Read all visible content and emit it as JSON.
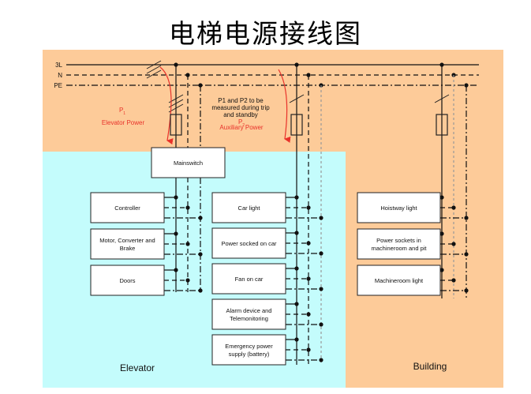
{
  "title": "电梯电源接线图",
  "colors": {
    "building_bg": "#fdcb99",
    "elevator_bg": "#c4fcfc",
    "wire": "#111111",
    "arrow": "#e8312a",
    "label_red": "#e8312a"
  },
  "conductors": [
    {
      "id": "3L",
      "label": "3L",
      "style": "solid"
    },
    {
      "id": "N",
      "label": "N",
      "style": "dashed"
    },
    {
      "id": "PE",
      "label": "PE",
      "style": "dash-dot"
    }
  ],
  "annotations": {
    "p1_symbol": "P",
    "p1_sub": "1",
    "p1_label": "Elevator Power",
    "note_line1": "P1 and P2 to be",
    "note_line2": "measured during trip",
    "note_line3": "and standby",
    "p2_symbol": "P",
    "p2_sub": "2",
    "p2_label": "Auxiliary Power"
  },
  "mainswitch": "Mainswitch",
  "elevator": {
    "area_label": "Elevator",
    "main_loads": [
      "Controller",
      [
        "Motor, Converter and",
        "Brake"
      ],
      "Doors"
    ],
    "aux_loads": [
      "Car light",
      "Power socked on car",
      "Fan on car",
      [
        "Alarm device and",
        "Telemonitoring"
      ],
      [
        "Emergency power",
        "supply (battery)"
      ]
    ]
  },
  "building": {
    "area_label": "Building",
    "loads": [
      "Hoistway light",
      [
        "Power sockets in",
        "machineroom and pit"
      ],
      "Machineroom light"
    ]
  }
}
